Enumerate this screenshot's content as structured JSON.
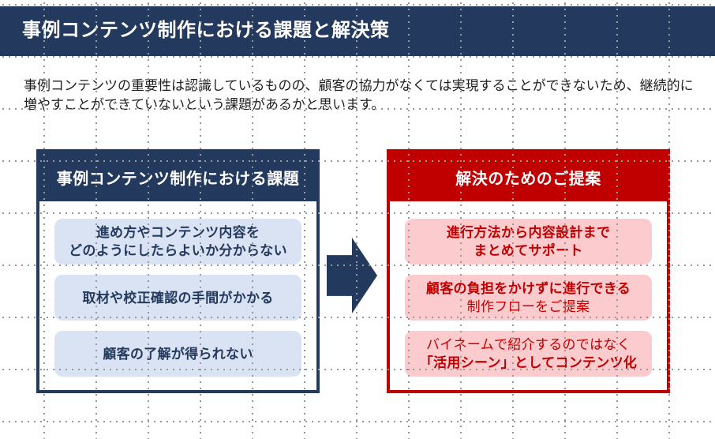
{
  "header": {
    "title": "事例コンテンツ制作における課題と解決策"
  },
  "intro": {
    "text": "事例コンテンツの重要性は認識しているものの、顧客の協力がなくては実現することができないため、継続的に増やすことができていないという課題があるかと思います。"
  },
  "challenges": {
    "header": "事例コンテンツ制作における課題",
    "items": [
      {
        "line1": "進め方やコンテンツ内容を",
        "line2": "どのようにしたらよいか分からない"
      },
      {
        "line1": "取材や校正確認の手間がかかる",
        "line2": ""
      },
      {
        "line1": "顧客の了解が得られない",
        "line2": ""
      }
    ]
  },
  "solutions": {
    "header": "解決のためのご提案",
    "items": [
      {
        "line1": "進行方法から内容設計まで",
        "line2": "まとめてサポート"
      },
      {
        "line1": "顧客の負担をかけずに進行できる",
        "line2": "制作フローをご提案"
      },
      {
        "line1": "バイネームで紹介するのではなく",
        "line2": "「活用シーン」としてコンテンツ化"
      }
    ]
  },
  "icons": {
    "arrow": "block-arrow-right"
  },
  "colors": {
    "navy": "#24395e",
    "red": "#c00000",
    "light_blue": "#dae3f3",
    "light_pink": "#fbcbcd",
    "body_text": "#1f1f1f",
    "grid_dot": "#999999"
  }
}
